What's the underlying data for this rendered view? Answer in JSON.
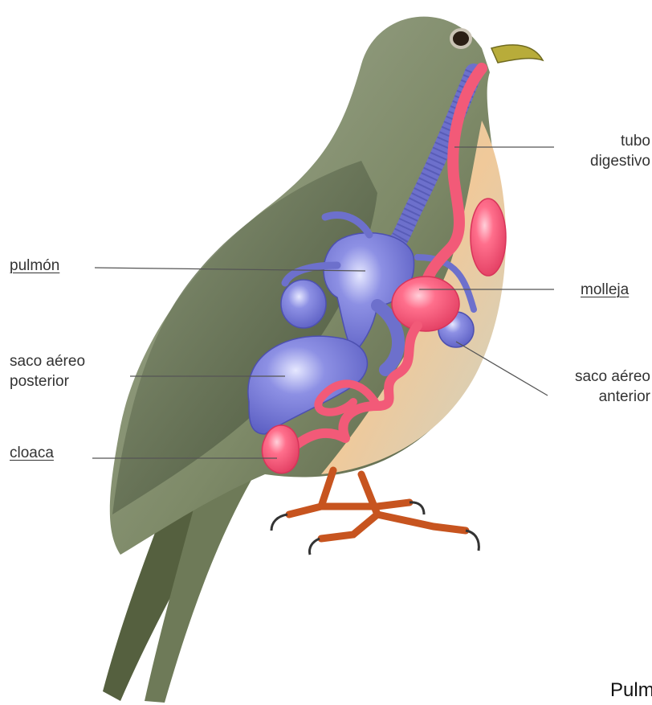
{
  "labels": {
    "tubo_digestivo": [
      "tubo",
      "digestivo"
    ],
    "pulmon": "pulmón",
    "molleja": "molleja",
    "saco_aereo_posterior": [
      "saco aéreo",
      "posterior"
    ],
    "saco_aereo_anterior": [
      "saco aéreo",
      "anterior"
    ],
    "cloaca": "cloaca"
  },
  "footer": {
    "text": "Pulm"
  },
  "colors": {
    "feathers": "#8f9a80",
    "feathers_dark": "#5f6a4e",
    "belly": "#e9c9a0",
    "legs": "#d8602e",
    "digestive_tract": "#f25a78",
    "air_sacs_lungs": "#7d80d8",
    "beak": "#b8ac3a"
  }
}
